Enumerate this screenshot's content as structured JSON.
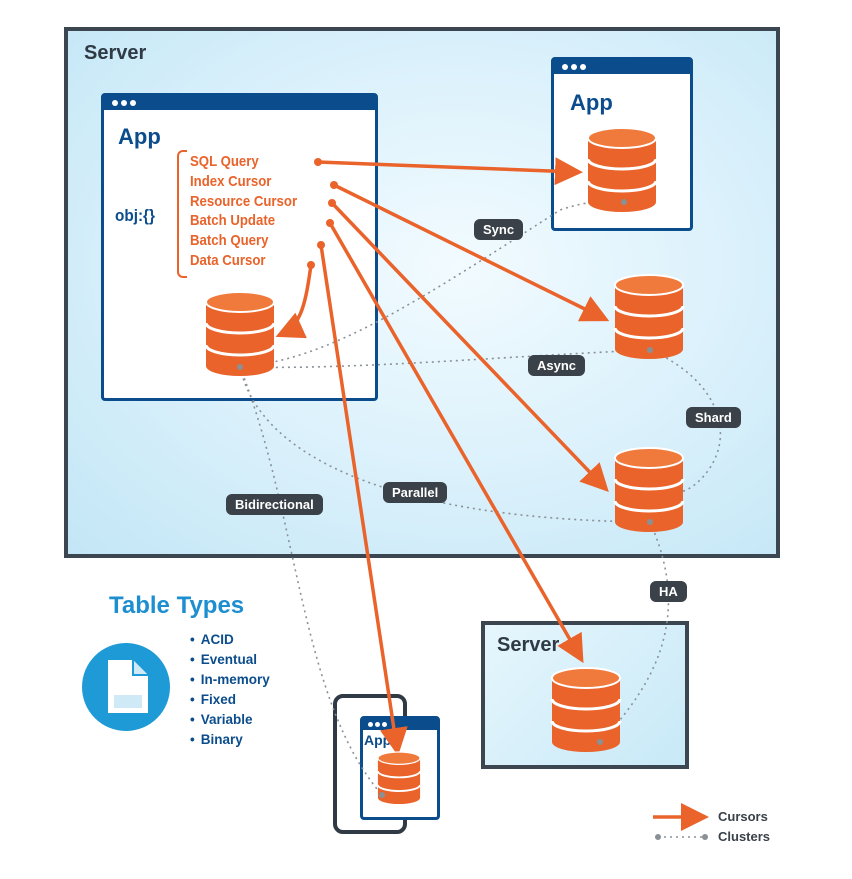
{
  "server_main": {
    "label": "Server"
  },
  "app_main": {
    "label": "App",
    "obj_label": "obj:{}",
    "operations": [
      "SQL Query",
      "Index Cursor",
      "Resource Cursor",
      "Batch Update",
      "Batch Query",
      "Data Cursor"
    ]
  },
  "app_top_right": {
    "label": "App"
  },
  "server_small": {
    "label": "Server"
  },
  "phone_app": {
    "label": "App"
  },
  "connections": {
    "sync": "Sync",
    "async": "Async",
    "shard": "Shard",
    "parallel": "Parallel",
    "bidirectional": "Bidirectional",
    "ha": "HA"
  },
  "table_types": {
    "title": "Table Types",
    "items": [
      "ACID",
      "Eventual",
      "In-memory",
      "Fixed",
      "Variable",
      "Binary"
    ]
  },
  "legend": {
    "cursors": "Cursors",
    "clusters": "Clusters"
  },
  "colors": {
    "accent": "#e9632b",
    "navy": "#0b4d8c",
    "frame": "#3b4650",
    "pill": "#3a4148",
    "doc": "#1e9ad6"
  },
  "icons": [
    "database-icon",
    "document-icon",
    "window-dots-icon",
    "smartphone-icon"
  ]
}
